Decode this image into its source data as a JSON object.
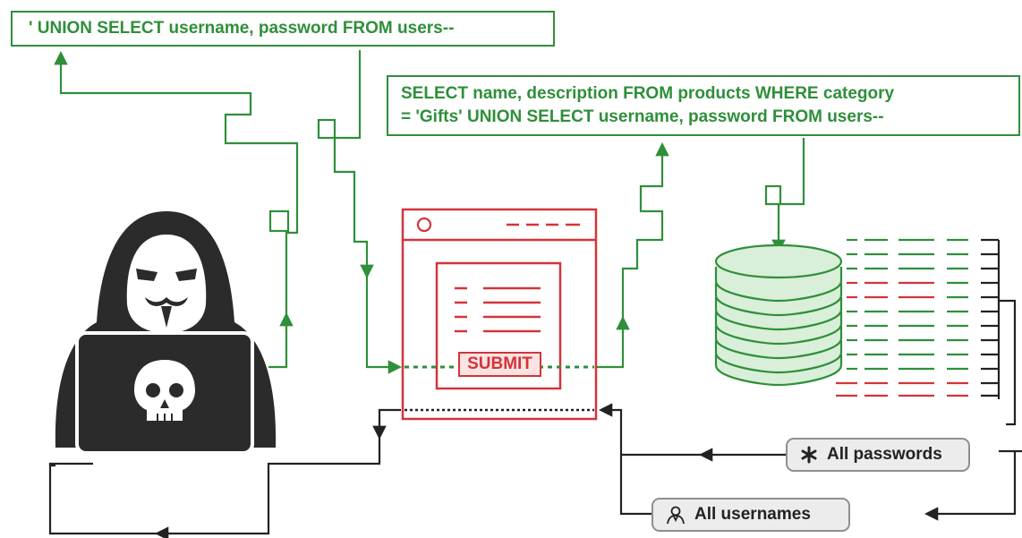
{
  "injection_input": "' UNION SELECT username, password FROM users--",
  "executed_query": {
    "line1": "SELECT name, description FROM products WHERE category",
    "line2": "= 'Gifts' UNION SELECT username, password FROM users--"
  },
  "form": {
    "submit_label": "SUBMIT"
  },
  "results": {
    "passwords_label": "All passwords",
    "usernames_label": "All usernames"
  },
  "icons": [
    "hacker-icon",
    "skull-icon",
    "browser-window-icon",
    "database-icon",
    "asterisk-icon",
    "user-icon"
  ],
  "colors": {
    "request": "#2f8f3a",
    "app": "#d3343a",
    "response": "#222222",
    "db_fill": "#d9efd9"
  }
}
